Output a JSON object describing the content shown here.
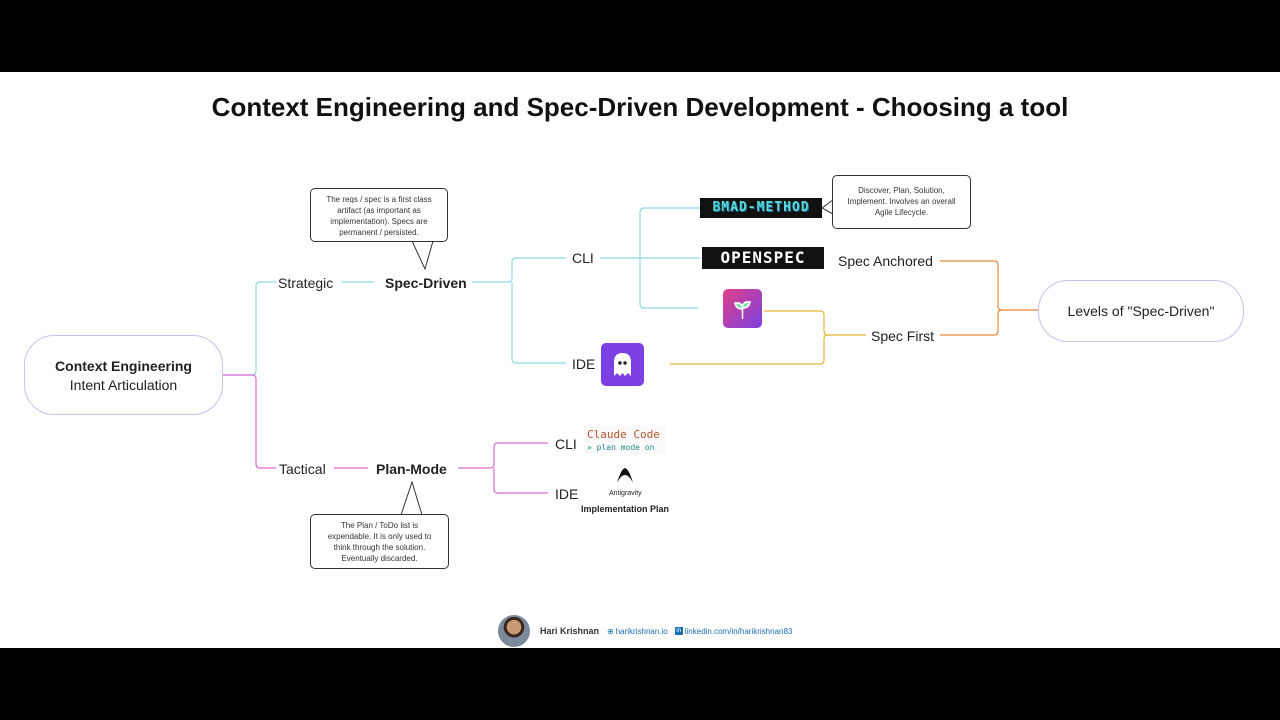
{
  "title": "Context Engineering and Spec-Driven Development - Choosing a tool",
  "root": {
    "line1": "Context Engineering",
    "line2": "Intent Articulation"
  },
  "strategic": {
    "label": "Strategic",
    "node": "Spec-Driven",
    "cli": "CLI",
    "ide": "IDE"
  },
  "tactical": {
    "label": "Tactical",
    "node": "Plan-Mode",
    "cli": "CLI",
    "ide": "IDE"
  },
  "callouts": {
    "spec": "The reqs / spec is a first class artifact (as important as implementation). Specs are permanent / persisted.",
    "bmad": "Discover, Plan, Solution, Implement. Involves an overall Agile Lifecycle.",
    "plan": "The Plan / ToDo list is expendable. It is only used to think through the solution. Eventually discarded."
  },
  "tools": {
    "bmad": "BMAD-METHOD",
    "openspec": "OPENSPEC",
    "claude_code": "Claude Code",
    "plan_mode": "» plan mode on",
    "antigravity": "Antigravity",
    "implementation_plan": "Implementation Plan"
  },
  "levels": {
    "spec_anchored": "Spec Anchored",
    "spec_first": "Spec First",
    "title": "Levels of \"Spec-Driven\""
  },
  "footer": {
    "name": "Hari Krishnan",
    "site": "harikrishnan.io",
    "linkedin": "linkedin.com/in/harikrishnan83"
  },
  "colors": {
    "strategic": "#8fd6e6",
    "tactical": "#e06ad6",
    "levels": "#e8893b",
    "spec_first": "#e7b43a",
    "pill_border": "#c9c2e6"
  }
}
